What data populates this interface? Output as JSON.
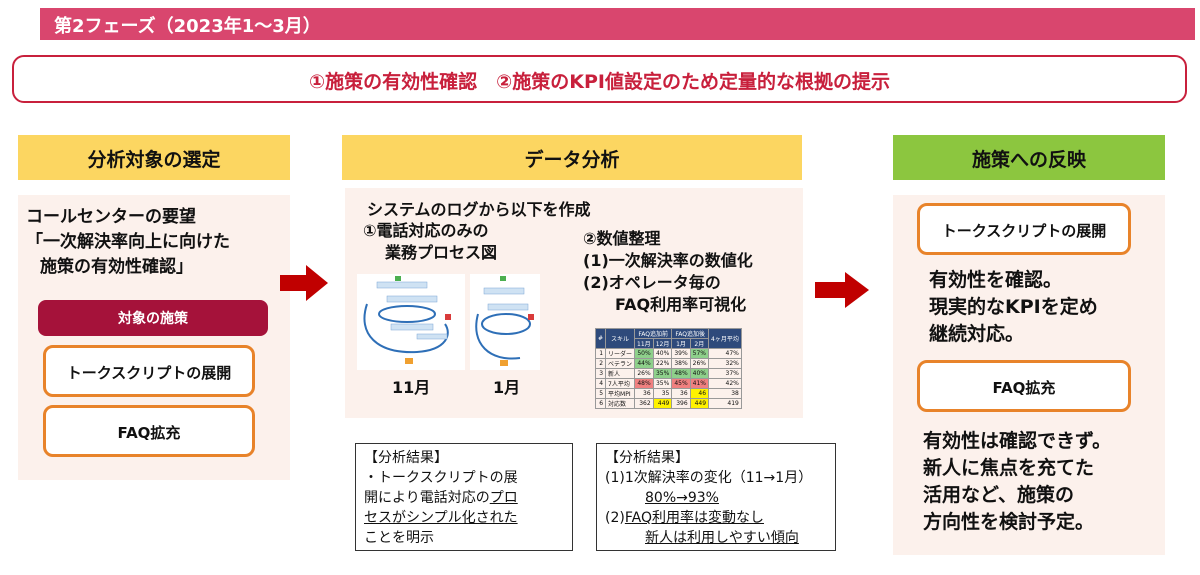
{
  "phase_title": "第2フェーズ（2023年1～3月）",
  "goal": "①施策の有効性確認　②施策のKPI値設定のため定量的な根拠の提示",
  "col1": {
    "header": "分析対象の選定",
    "line1": "コールセンターの要望",
    "line2": "「一次解決率向上に向けた",
    "line3": "施策の有効性確認」",
    "target_label": "対象の施策",
    "item1": "トークスクリプトの展開",
    "item2": "FAQ拡充"
  },
  "col2": {
    "header": "データ分析",
    "intro": "システムのログから以下を作成",
    "sec1_line1": "①電話対応のみの",
    "sec1_line2": "業務プロセス図",
    "label_nov": "11月",
    "label_jan": "1月",
    "sec2_title": "②数値整理",
    "sec2_item1": "(1)一次解決率の数値化",
    "sec2_item2a": "(2)オペレータ毎の",
    "sec2_item2b": "FAQ利用率可視化",
    "table": {
      "group_headers": [
        "FAQ追加前",
        "FAQ追加後",
        "4ヶ月平均"
      ],
      "sub_headers": [
        "#",
        "スキル",
        "11月",
        "12月",
        "1月",
        "2月",
        ""
      ],
      "rows": [
        [
          "1",
          "リーダー",
          "50%",
          "40%",
          "39%",
          "57%",
          "47%"
        ],
        [
          "2",
          "ベテラン",
          "44%",
          "22%",
          "38%",
          "26%",
          "32%"
        ],
        [
          "3",
          "新人",
          "26%",
          "35%",
          "48%",
          "40%",
          "37%"
        ],
        [
          "4",
          "7人平均",
          "48%",
          "35%",
          "45%",
          "41%",
          "42%"
        ],
        [
          "5",
          "平均MPI",
          "36",
          "35",
          "36",
          "46",
          "38"
        ],
        [
          "6",
          "対応数",
          "362",
          "449",
          "396",
          "449",
          "419"
        ]
      ]
    },
    "result1": {
      "title": "【分析結果】",
      "l1": "・トークスクリプトの展",
      "l2a": "開により電話対応の",
      "l2b": "プロ",
      "l3": "セスがシンプル化された",
      "l4": "ことを明示"
    },
    "result2": {
      "title": "【分析結果】",
      "l1": "(1)1次解決率の変化（11→1月）",
      "l2": "80%→93%",
      "l3a": "(2)",
      "l3b": "FAQ利用率は変動なし",
      "l4": "新人は利用しやすい傾向"
    }
  },
  "col3": {
    "header": "施策への反映",
    "item1": "トークスクリプトの展開",
    "text1_l1": "有効性を確認。",
    "text1_l2": "現実的なKPIを定め",
    "text1_l3": "継続対応。",
    "item2": "FAQ拡充",
    "text2_l1": "有効性は確認できず。",
    "text2_l2": "新人に焦点を充てた",
    "text2_l3": "活用など、施策の",
    "text2_l4": "方向性を検討予定。"
  },
  "colors": {
    "phase": "#d9466e",
    "goal": "#c8203c",
    "yellow": "#fcd661",
    "green": "#8cc63f",
    "orange": "#e8832a",
    "arrow": "#c00000",
    "target": "#a5123a"
  }
}
